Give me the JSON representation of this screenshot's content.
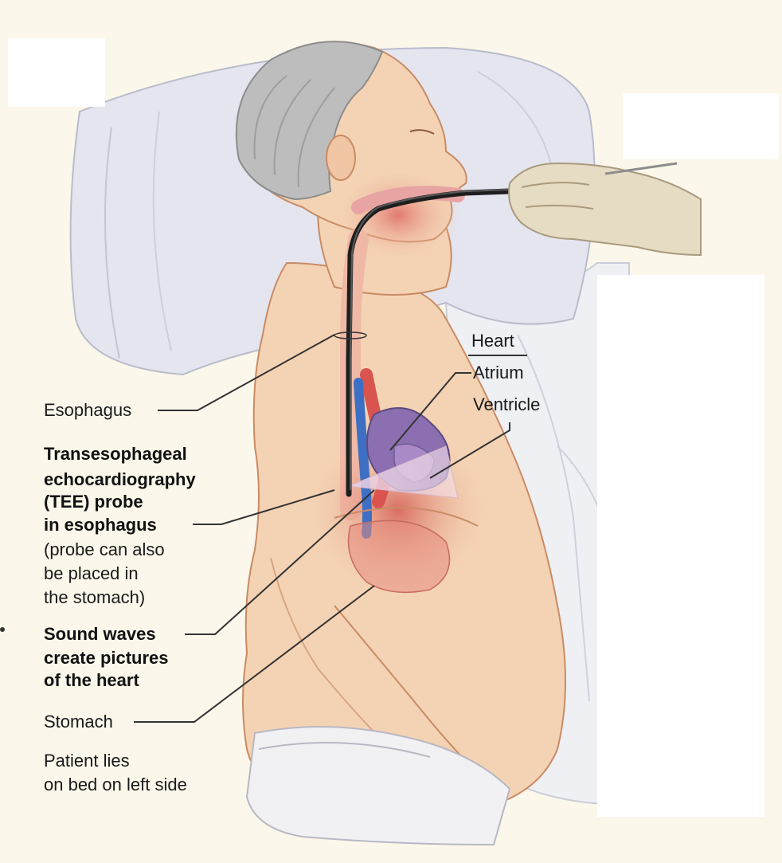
{
  "labels": {
    "heart": "Heart",
    "atrium": "Atrium",
    "ventricle": "Ventricle",
    "esophagus": "Esophagus",
    "tee_line1": "Transesophageal",
    "tee_line2": "echocardiography",
    "tee_line3": "(TEE) probe",
    "tee_line4": "in esophagus",
    "note_line1": "(probe can also",
    "note_line2": "be placed in",
    "note_line3": "the stomach)",
    "sound_line1": "Sound waves",
    "sound_line2": "create pictures",
    "sound_line3": "of the heart",
    "stomach": "Stomach",
    "patient_line1": "Patient lies",
    "patient_line2": "on bed on left side"
  },
  "colors": {
    "background": "#fbf7ea",
    "skin": "#f4d3b4",
    "pillow": "#e4e5ef",
    "hair": "#bdbdbd",
    "glove": "#e6dcc4",
    "organ_red": "#d9736a",
    "heart_purple": "#8c6fb0",
    "vessel_blue": "#3d6fc4"
  }
}
